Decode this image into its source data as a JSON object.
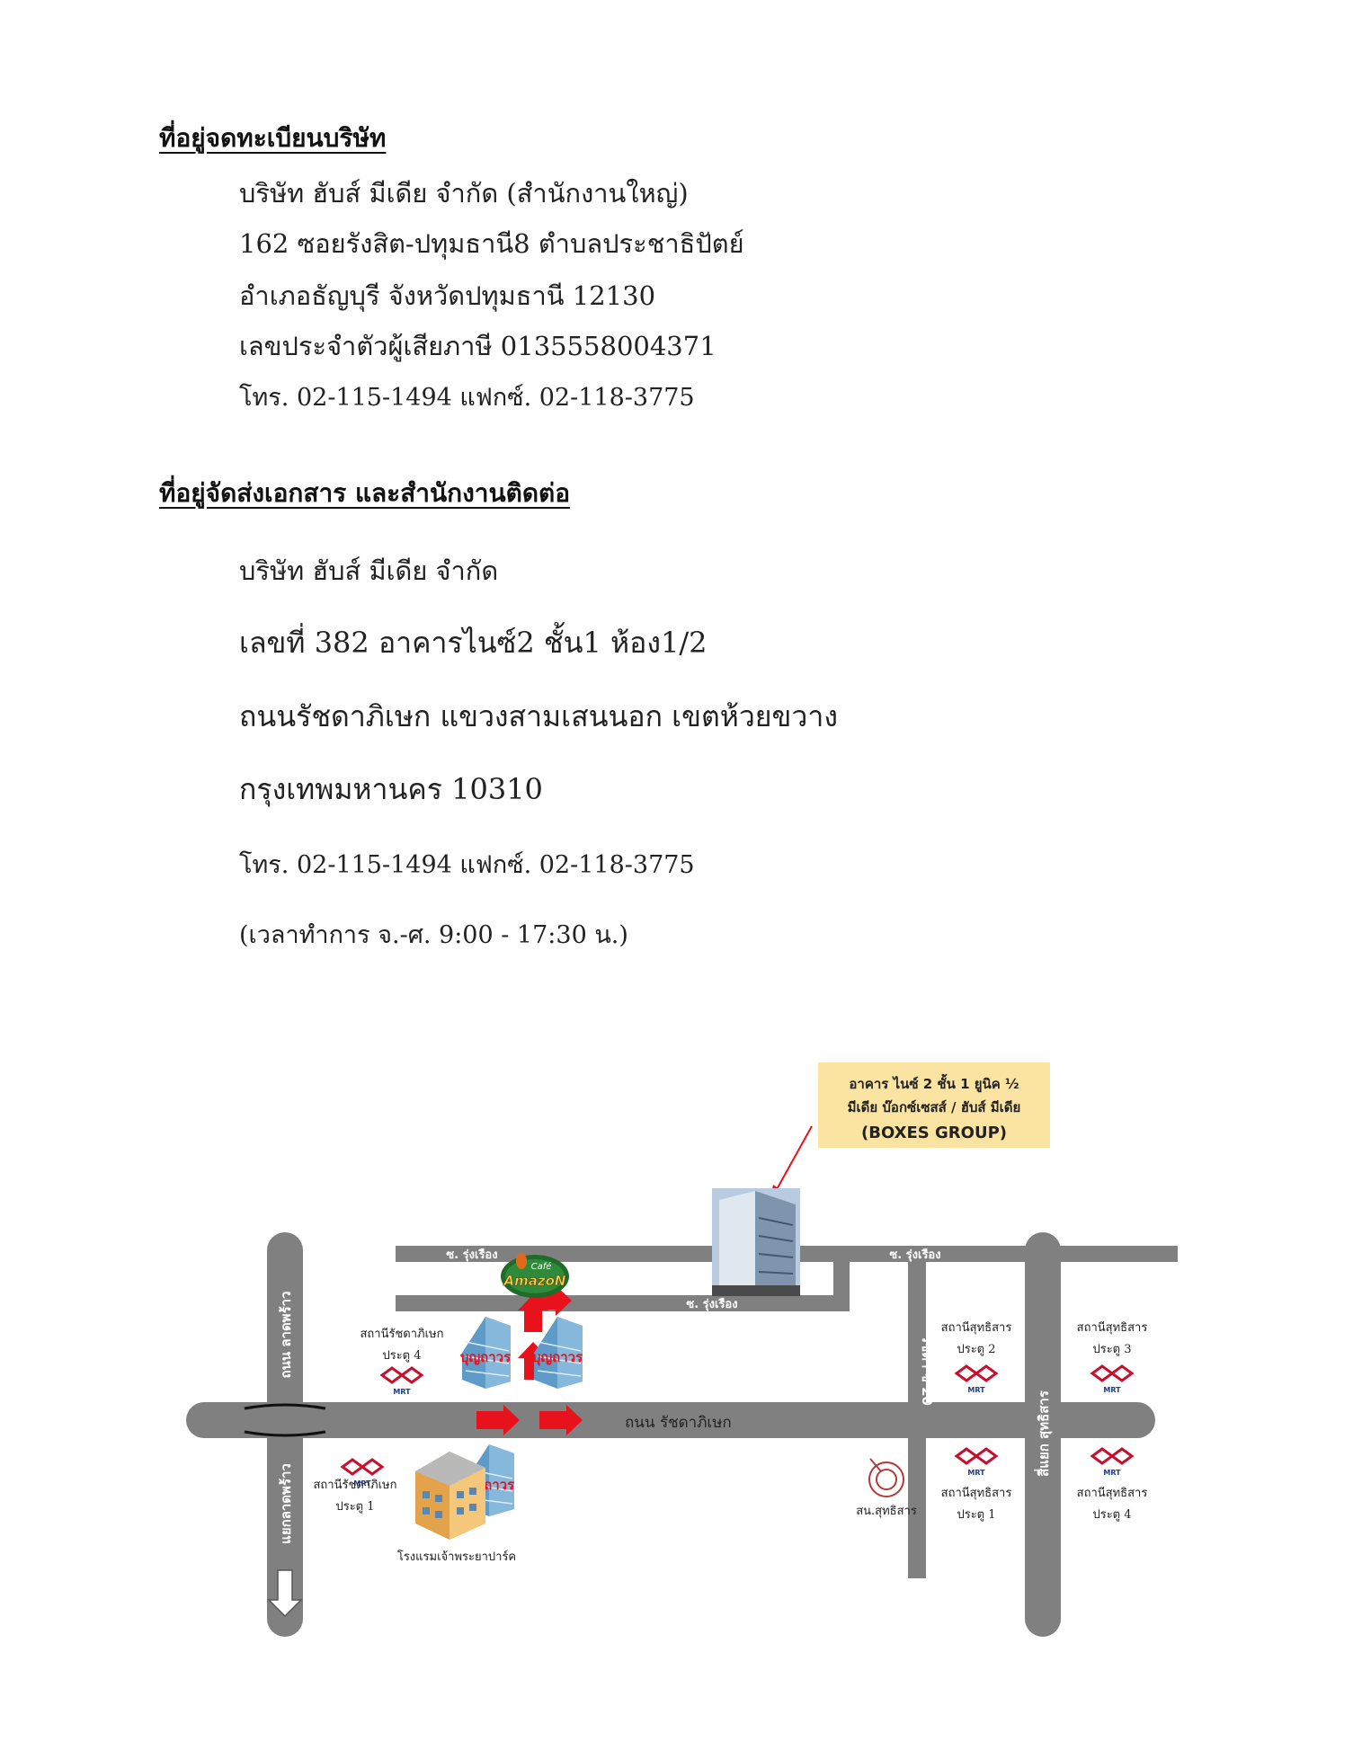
{
  "registered": {
    "heading": "ที่อยู่จดทะเบียนบริษัท",
    "lines": [
      "บริษัท ฮับส์ มีเดีย จำกัด  (สำนักงานใหญ่)",
      "162 ซอยรังสิต-ปทุมธานี8   ตำบลประชาธิปัตย์",
      "อำเภอธัญบุรี  จังหวัดปทุมธานี 12130",
      "เลขประจำตัวผู้เสียภาษี    0135558004371",
      "โทร. 02-115-1494  แฟกซ์. 02-118-3775"
    ]
  },
  "delivery": {
    "heading": "ที่อยู่จัดส่งเอกสาร และสำนักงานติดต่อ",
    "lines": [
      "บริษัท ฮับส์ มีเดีย จำกัด",
      "เลขที่ 382 อาคารไนซ์2 ชั้น1 ห้อง1/2",
      "ถนนรัชดาภิเษก แขวงสามเสนนอก เขตห้วยขวาง",
      "กรุงเทพมหานคร 10310",
      "โทร. 02-115-1494  แฟกซ์. 02-118-3775",
      "(เวลาทำการ จ.-ศ. 9:00 -  17:30 น.)"
    ]
  },
  "map": {
    "callout": [
      "อาคาร ไนซ์ 2  ชั้น  1  ยูนิค  ½",
      "มีเดีย บ๊อกซ์เซสส์  /  ฮับส์ มีเดีย",
      "(BOXES GROUP)"
    ],
    "roads": {
      "soi_top_left": "ซ. รุ่งเรือง",
      "soi_top_right": "ซ. รุ่งเรือง",
      "soi_middle": "ซ. รุ่งเรือง",
      "main_road": "ถนน รัชดาภิเษก",
      "lat_phrao": "ถนน ลาดพร้าว",
      "lat_phrao_junction": "แยกลาดพร้าว",
      "ratchada_20": "รัชดา ซ 20",
      "sutthisan_junction": "สี่แยก สุทธิสาร"
    },
    "stations": {
      "ratchada_exit4": [
        "สถานีรัชดาภิเษก",
        "ประตู 4"
      ],
      "ratchada_exit1": [
        "สถานีรัชดาภิเษก",
        "ประตู 1"
      ],
      "sutthisan_exit2": [
        "สถานีสุทธิสาร",
        "ประตู 2"
      ],
      "sutthisan_exit3": [
        "สถานีสุทธิสาร",
        "ประตู 3"
      ],
      "sutthisan_exit1": [
        "สถานีสุทธิสาร",
        "ประตู 1"
      ],
      "sutthisan_exit4": [
        "สถานีสุทธิสาร",
        "ประตู 4"
      ]
    },
    "mrt_text": "MRT",
    "landmarks": {
      "hotel": "โรงแรมเจ้าพระยาปาร์ค",
      "police": "สน.สุทธิสาร",
      "bank": "บุญถาวร",
      "cafe_top": "Café",
      "cafe": "AmazoN"
    },
    "colors": {
      "road": "#808080",
      "arrow": "#e8121c",
      "callout_bg": "#fbe3a1",
      "mrt": "#c8102e"
    }
  }
}
